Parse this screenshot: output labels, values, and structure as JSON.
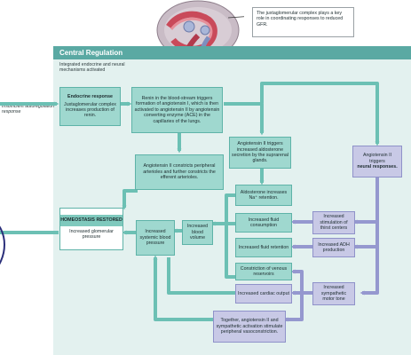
{
  "callout": "The juxtaglomerular complex plays a key role in coordinating responses to reduced GFR.",
  "band_title": "Central Regulation",
  "integrated_note": "Integrated endocrine and neural mechanisms activated",
  "insufficient_note": "Insufficient autoregulation response",
  "endocrine": {
    "title": "Endocrine response",
    "body": "Juxtaglomerular complex increases production of renin."
  },
  "renin_box": "Renin in the blood-stream triggers formation of angiotensin I, which is then activated to angiotensin II by angiotensin converting enzyme (ACE) in the capillaries of the lungs.",
  "ang2_constricts": "Angiotensin II constricts peripheral arterioles and further constricts the efferent arterioles.",
  "ang2_aldosterone": "Angiotensin II triggers increased aldosterone secretion by the suprarenal glands.",
  "ang2_neural": {
    "line1": "Angiotensin II triggers",
    "bold": "neural responses."
  },
  "aldosterone_box": "Aldosterone increases Na⁺ retention.",
  "fluid_consumption": "Increased fluid consumption",
  "fluid_retention": "Increased fluid retention",
  "thirst": "Increased stimulation of thirst centers",
  "adh": "Increased ADH production",
  "venous": "Constriction of venous reservoirs",
  "cardiac": "Increased cardiac output",
  "sympathetic": "Increased sympathetic motor tone",
  "together": "Together, angiotensin II and sympathetic activation stimulate peripheral vasoconstriction.",
  "homeostasis": {
    "title": "HOMEOSTASIS RESTORED",
    "body": "Increased glomerular pressure"
  },
  "systemic": "Increased systemic blood pressure",
  "volume": "Increased blood volume",
  "colors": {
    "teal_arrow": "#6cc0b4",
    "lavender_arrow": "#9598cf",
    "band": "#5aa9a3"
  }
}
